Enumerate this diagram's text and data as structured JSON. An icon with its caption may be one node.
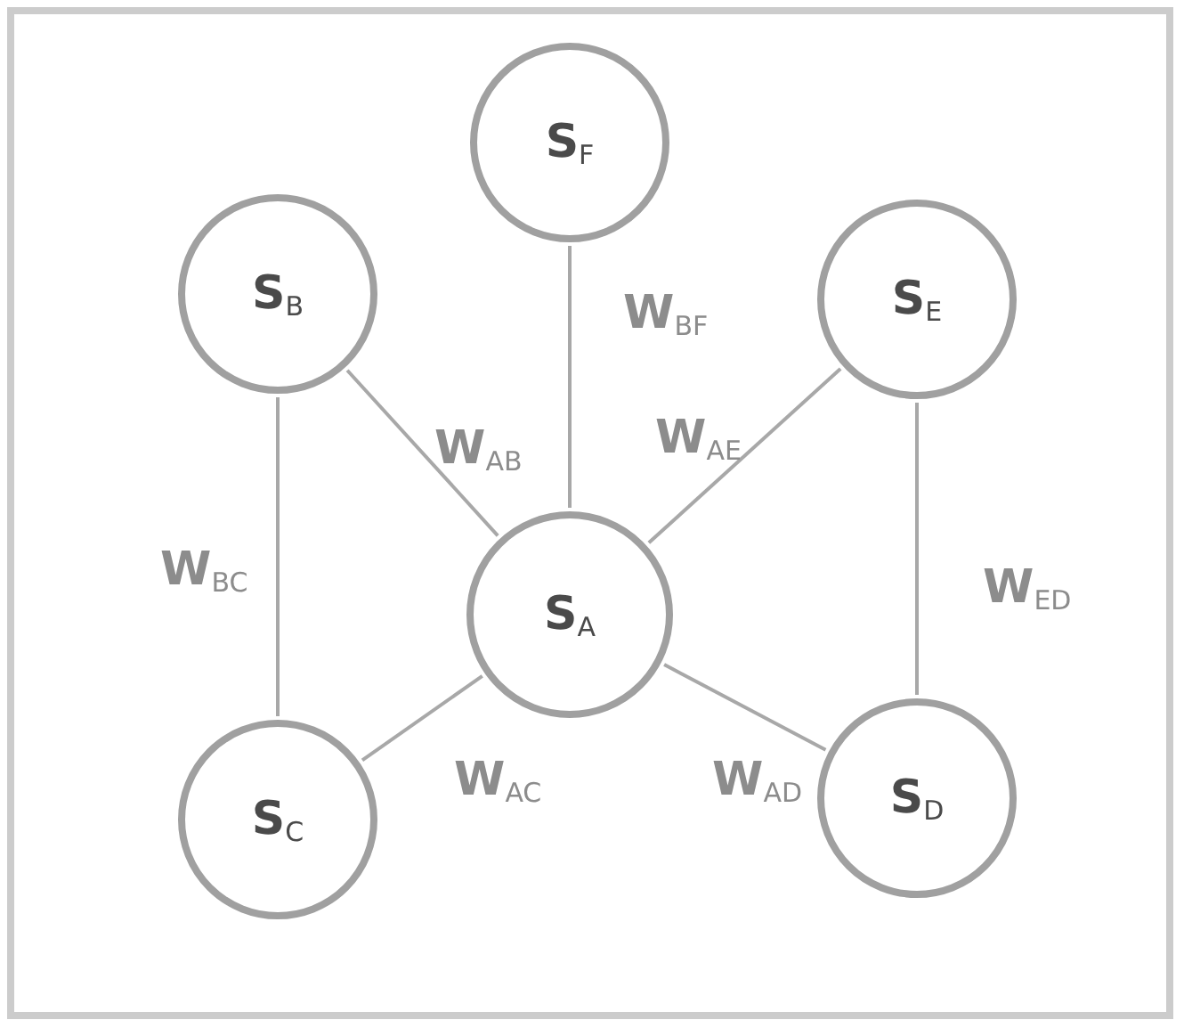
{
  "diagram": {
    "nodes": [
      {
        "text": [
          "**S**$_{F}$"
        ]
      },
      {
        "text": [
          "**S**$_{B}$"
        ]
      },
      {
        "text": [
          "**S**$_{E}$"
        ]
      },
      {
        "text": [
          "**S**$_{A}$"
        ]
      },
      {
        "text": [
          "**S**$_{C}$"
        ]
      },
      {
        "text": [
          "**S**$_{D}$"
        ]
      }
    ],
    "edges": [
      {
        "from": 0,
        "to": 3,
        "arrow": "none",
        "label": "**W**$_{BF}$"
      },
      {
        "from": 1,
        "to": 3,
        "arrow": "none",
        "label": "**W**$_{AB}$"
      },
      {
        "from": 2,
        "to": 3,
        "arrow": "none",
        "label": "**W**$_{AE}$"
      },
      {
        "from": 1,
        "to": 4,
        "arrow": "none",
        "label": "**W**$_{BC}$"
      },
      {
        "from": 2,
        "to": 5,
        "arrow": "none",
        "label": "**W**$_{ED}$"
      },
      {
        "from": 3,
        "to": 4,
        "arrow": "none",
        "label": "**W**$_{AC}$"
      },
      {
        "from": 3,
        "to": 5,
        "arrow": "none",
        "label": "**W**$_{AD}$"
      }
    ]
  }
}
